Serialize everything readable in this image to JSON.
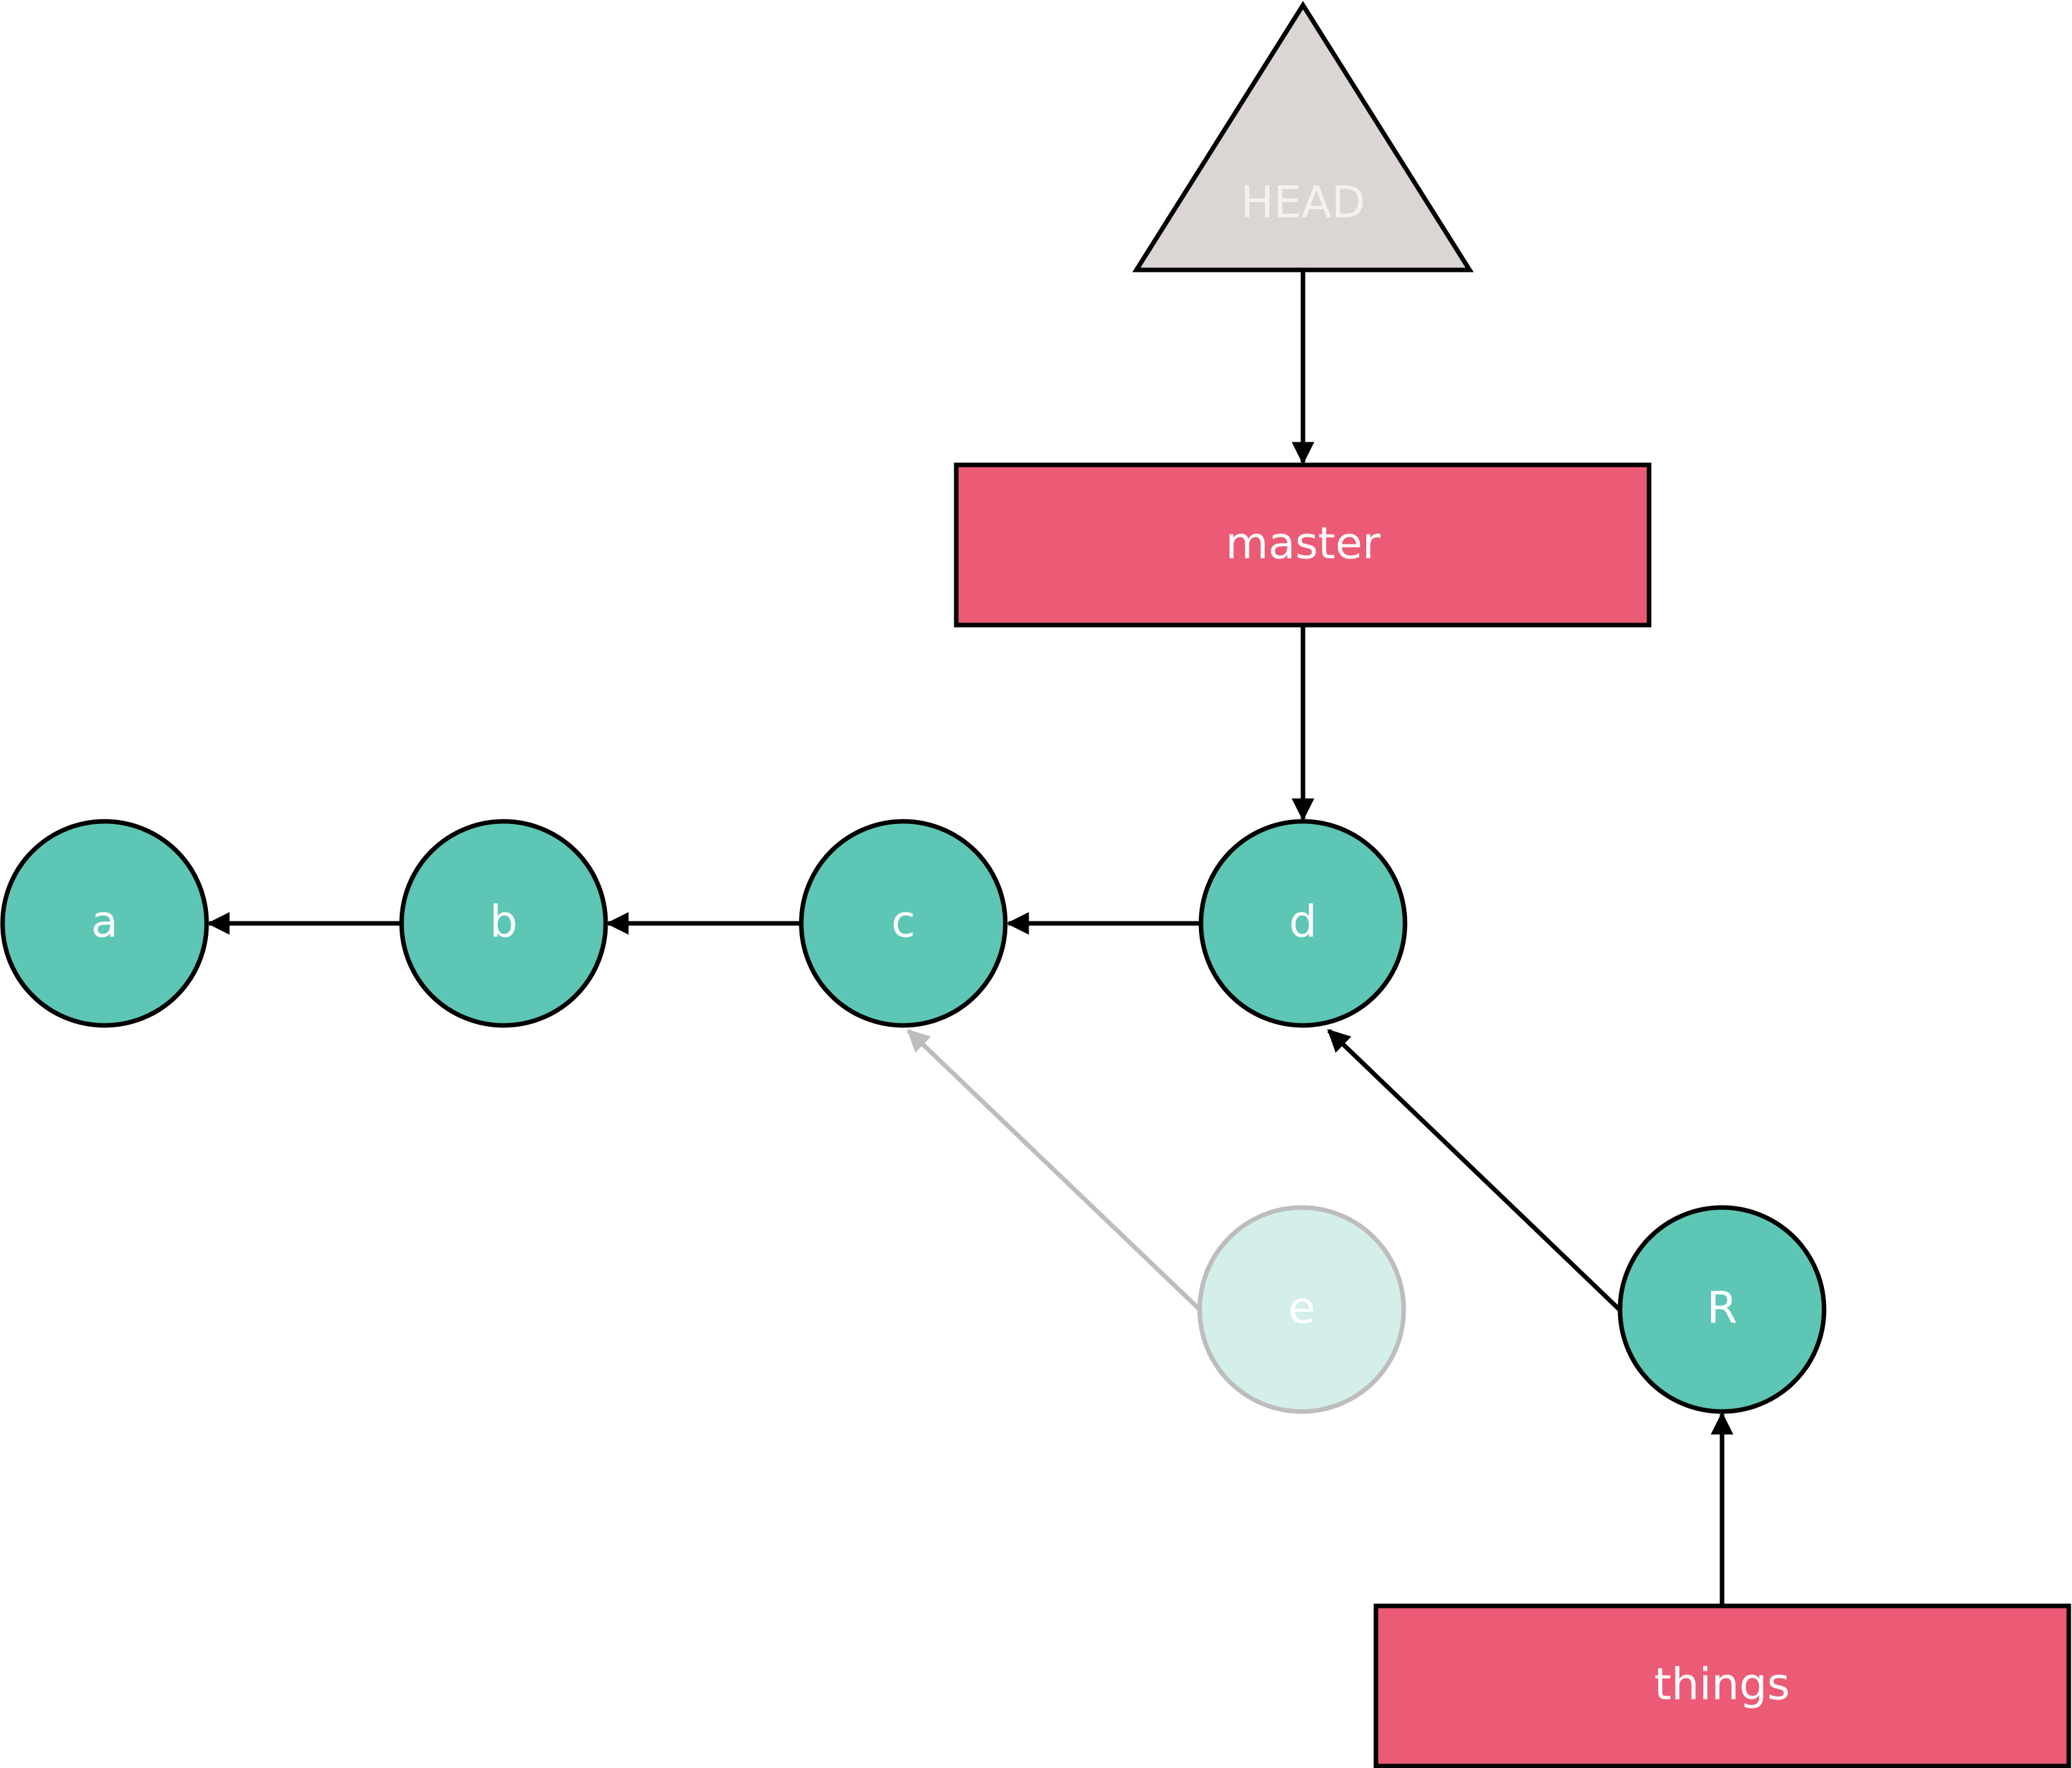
{
  "diagram": {
    "head": {
      "label": "HEAD",
      "color": "#dbd5d3"
    },
    "branches": {
      "master": {
        "label": "master",
        "color": "#ec5b76"
      },
      "things": {
        "label": "things",
        "color": "#ec5b76"
      }
    },
    "commits": {
      "a": {
        "label": "a",
        "color": "#5dc6b4"
      },
      "b": {
        "label": "b",
        "color": "#5dc6b4"
      },
      "c": {
        "label": "c",
        "color": "#5dc6b4"
      },
      "d": {
        "label": "d",
        "color": "#5dc6b4"
      },
      "e": {
        "label": "e",
        "color": "#d4eeea",
        "faded": true
      },
      "R": {
        "label": "R",
        "color": "#5dc6b4"
      }
    },
    "edges": [
      {
        "from": "HEAD",
        "to": "master"
      },
      {
        "from": "master",
        "to": "d"
      },
      {
        "from": "d",
        "to": "c"
      },
      {
        "from": "c",
        "to": "b"
      },
      {
        "from": "b",
        "to": "a"
      },
      {
        "from": "e",
        "to": "c",
        "faded": true
      },
      {
        "from": "R",
        "to": "d"
      },
      {
        "from": "things",
        "to": "R"
      }
    ]
  }
}
